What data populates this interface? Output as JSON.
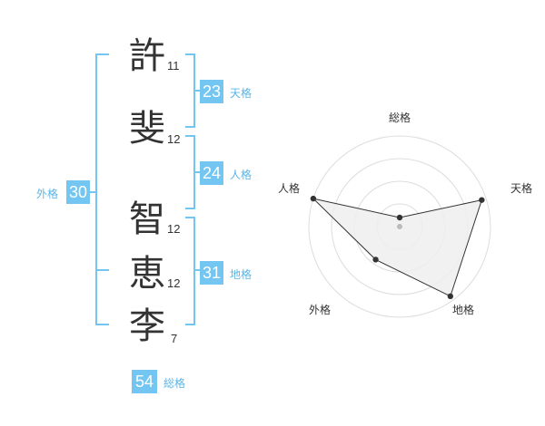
{
  "name": {
    "characters": [
      {
        "char": "許",
        "strokes": "11"
      },
      {
        "char": "斐",
        "strokes": "12"
      },
      {
        "char": "智",
        "strokes": "12"
      },
      {
        "char": "恵",
        "strokes": "12"
      },
      {
        "char": "李",
        "strokes": "7"
      }
    ]
  },
  "scores": {
    "tenkaku": {
      "value": "23",
      "label": "天格"
    },
    "jinkaku": {
      "value": "24",
      "label": "人格"
    },
    "chikaku": {
      "value": "31",
      "label": "地格"
    },
    "gaikaku": {
      "value": "30",
      "label": "外格"
    },
    "soukaku": {
      "value": "54",
      "label": "総格"
    }
  },
  "radar": {
    "axes": [
      "総格",
      "天格",
      "地格",
      "外格",
      "人格"
    ],
    "levels": [
      0.1,
      0.95,
      0.95,
      0.45,
      1.0
    ],
    "colors": {
      "fill": "#eeeeee",
      "stroke": "#333333",
      "grid": "#dddddd",
      "accent": "#73c6f2",
      "center": "#bbbbbb"
    }
  }
}
